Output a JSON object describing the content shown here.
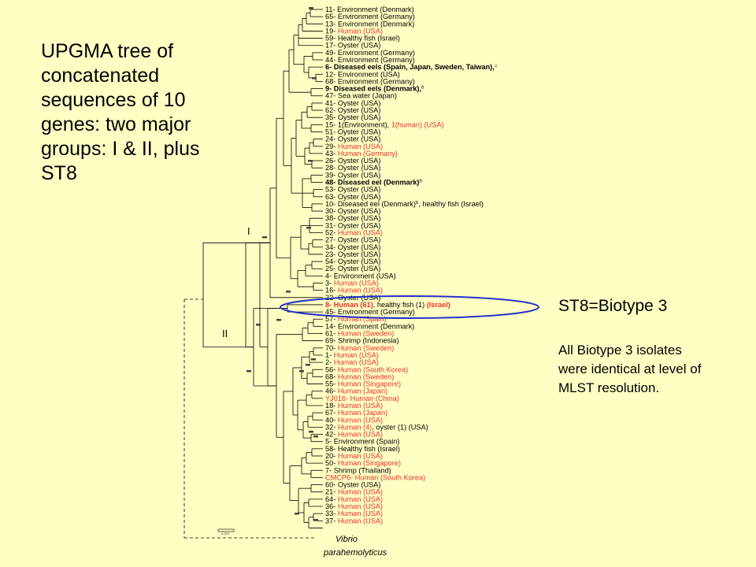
{
  "title": "UPGMA tree of concatenated sequences of 10 genes: two major groups: I & II, plus ST8",
  "st8_heading": "ST8=Biotype 3",
  "st8_note": "All Biotype 3 isolates were identical at level of MLST resolution.",
  "group_labels": [
    "I",
    "II"
  ],
  "scale_label": "0.002",
  "outgroup_label": [
    "Vibrio",
    "parahemolyticus"
  ],
  "colors": {
    "background": "#ffffc4",
    "human": "#e8302a",
    "text": "#000000",
    "highlight_ellipse": "#2233cc",
    "bootstrap": "#333333"
  },
  "leaves": [
    {
      "segments": [
        {
          "text": "11- Environment (Denmark)"
        }
      ]
    },
    {
      "segments": [
        {
          "text": "65- Environment (Germany)"
        }
      ]
    },
    {
      "segments": [
        {
          "text": "13- Environment (Denmark)"
        }
      ]
    },
    {
      "segments": [
        {
          "text": "19- "
        },
        {
          "text": "Human (USA)",
          "color": "red"
        }
      ]
    },
    {
      "segments": [
        {
          "text": "59- Healthy fish (Israel)"
        }
      ]
    },
    {
      "segments": [
        {
          "text": "17- Oyster (USA)"
        }
      ]
    },
    {
      "segments": [
        {
          "text": "49- Environment (Germany)"
        }
      ]
    },
    {
      "segments": [
        {
          "text": "44- Environment (Germany)"
        }
      ]
    },
    {
      "segments": [
        {
          "text": "6- Diseased eels (Spain, Japan, Sweden, Taiwan),",
          "bold": true
        },
        {
          "text": "a",
          "color": "red",
          "sup": true
        }
      ]
    },
    {
      "segments": [
        {
          "text": "12- Environment (USA)"
        }
      ]
    },
    {
      "segments": [
        {
          "text": "68- Environment (Germany)"
        }
      ]
    },
    {
      "segments": [
        {
          "text": "9- Diseased eels (Denmark),",
          "bold": true
        },
        {
          "text": "b",
          "sup": true
        }
      ]
    },
    {
      "segments": [
        {
          "text": "47- Sea water (Japan)"
        }
      ]
    },
    {
      "segments": [
        {
          "text": "41- Oyster (USA)"
        }
      ]
    },
    {
      "segments": [
        {
          "text": "62- Oyster (USA)"
        }
      ]
    },
    {
      "segments": [
        {
          "text": "35- Oyster (USA)"
        }
      ]
    },
    {
      "segments": [
        {
          "text": "15- 1(Environment), "
        },
        {
          "text": "1(human) (USA)",
          "color": "red"
        }
      ]
    },
    {
      "segments": [
        {
          "text": "51- Oyster (USA)"
        }
      ]
    },
    {
      "segments": [
        {
          "text": "24- Oyster (USA)"
        }
      ]
    },
    {
      "segments": [
        {
          "text": "29- "
        },
        {
          "text": "Human (USA)",
          "color": "red"
        }
      ]
    },
    {
      "segments": [
        {
          "text": "43- "
        },
        {
          "text": "Human (Germany)",
          "color": "red"
        }
      ]
    },
    {
      "segments": [
        {
          "text": "26- Oyster (USA)"
        }
      ]
    },
    {
      "segments": [
        {
          "text": "28- Oyster (USA)"
        }
      ]
    },
    {
      "segments": [
        {
          "text": "39- Oyster (USA)"
        }
      ]
    },
    {
      "segments": [
        {
          "text": "48- Diseased eel (Denmark)",
          "bold": true
        },
        {
          "text": "b",
          "sup": true
        }
      ]
    },
    {
      "segments": [
        {
          "text": "53- Oyster (USA)"
        }
      ]
    },
    {
      "segments": [
        {
          "text": "63- Oyster (USA)"
        }
      ]
    },
    {
      "segments": [
        {
          "text": "10- Diseased eel (Denmark)"
        },
        {
          "text": "b",
          "sup": true
        },
        {
          "text": ", healthy fish (Israel)"
        }
      ]
    },
    {
      "segments": [
        {
          "text": "30- Oyster (USA)"
        }
      ]
    },
    {
      "segments": [
        {
          "text": "38- Oyster (USA)"
        }
      ]
    },
    {
      "segments": [
        {
          "text": "31- Oyster (USA)"
        }
      ]
    },
    {
      "segments": [
        {
          "text": "52- "
        },
        {
          "text": "Human (USA)",
          "color": "red"
        }
      ]
    },
    {
      "segments": [
        {
          "text": "27- Oyster (USA)"
        }
      ]
    },
    {
      "segments": [
        {
          "text": "34- Oyster (USA)"
        }
      ]
    },
    {
      "segments": [
        {
          "text": "23- Oyster (USA)"
        }
      ]
    },
    {
      "segments": [
        {
          "text": "54- Oyster (USA)"
        }
      ]
    },
    {
      "segments": [
        {
          "text": "25- Oyster (USA)"
        }
      ]
    },
    {
      "segments": [
        {
          "text": "4- Environment (USA)"
        }
      ]
    },
    {
      "segments": [
        {
          "text": "3- "
        },
        {
          "text": "Human (USA)",
          "color": "red"
        }
      ]
    },
    {
      "segments": [
        {
          "text": "16- "
        },
        {
          "text": "Human (USA)",
          "color": "red"
        }
      ]
    },
    {
      "segments": [
        {
          "text": "22- Oyster (USA)"
        }
      ]
    },
    {
      "segments": [
        {
          "text": "8- Human (61)",
          "color": "red",
          "bold": true
        },
        {
          "text": ", healthy fish (1) "
        },
        {
          "text": "(Israel)",
          "color": "red",
          "bold": true
        }
      ]
    },
    {
      "segments": [
        {
          "text": "45- Environment (Germany)"
        }
      ]
    },
    {
      "segments": [
        {
          "text": "57- "
        },
        {
          "text": "Human (Spain)",
          "color": "red"
        }
      ]
    },
    {
      "segments": [
        {
          "text": "14- Environment (Denmark)"
        }
      ]
    },
    {
      "segments": [
        {
          "text": "61- "
        },
        {
          "text": "Human (Sweden)",
          "color": "red"
        }
      ]
    },
    {
      "segments": [
        {
          "text": "69- Shrimp (Indonesia)"
        }
      ]
    },
    {
      "segments": [
        {
          "text": "70- "
        },
        {
          "text": "Human (Sweden)",
          "color": "red"
        }
      ]
    },
    {
      "segments": [
        {
          "text": "1- "
        },
        {
          "text": "Human (USA)",
          "color": "red"
        }
      ]
    },
    {
      "segments": [
        {
          "text": "2- "
        },
        {
          "text": "Human (USA)",
          "color": "red"
        }
      ]
    },
    {
      "segments": [
        {
          "text": "56- "
        },
        {
          "text": "Human (South Korea)",
          "color": "red"
        }
      ]
    },
    {
      "segments": [
        {
          "text": "68- "
        },
        {
          "text": "Human (Sweden)",
          "color": "red"
        }
      ]
    },
    {
      "segments": [
        {
          "text": "55- "
        },
        {
          "text": "Human (Singapore)",
          "color": "red"
        }
      ]
    },
    {
      "segments": [
        {
          "text": "46- "
        },
        {
          "text": "Human (Japan)",
          "color": "red"
        }
      ]
    },
    {
      "segments": [
        {
          "text": "YJ016- Human (China)",
          "color": "red"
        }
      ]
    },
    {
      "segments": [
        {
          "text": "18- "
        },
        {
          "text": "Human (USA)",
          "color": "red"
        }
      ]
    },
    {
      "segments": [
        {
          "text": "67- "
        },
        {
          "text": "Human (Japan)",
          "color": "red"
        }
      ]
    },
    {
      "segments": [
        {
          "text": "40- "
        },
        {
          "text": "Human (USA)",
          "color": "red"
        }
      ]
    },
    {
      "segments": [
        {
          "text": "32- "
        },
        {
          "text": "Human (4)",
          "color": "red"
        },
        {
          "text": ", oyster (1) (USA)"
        }
      ]
    },
    {
      "segments": [
        {
          "text": "42- "
        },
        {
          "text": "Human (USA)",
          "color": "red"
        }
      ]
    },
    {
      "segments": [
        {
          "text": "5- Environment (Spain)"
        }
      ]
    },
    {
      "segments": [
        {
          "text": "58- Healthy fish (Israel)"
        }
      ]
    },
    {
      "segments": [
        {
          "text": "20- "
        },
        {
          "text": "Human (USA)",
          "color": "red"
        }
      ]
    },
    {
      "segments": [
        {
          "text": "50- "
        },
        {
          "text": "Human (Singapore)",
          "color": "red"
        }
      ]
    },
    {
      "segments": [
        {
          "text": "7- Shrimp (Thailand)"
        }
      ]
    },
    {
      "segments": [
        {
          "text": "CMCP6- Human (South Korea)",
          "color": "red"
        }
      ]
    },
    {
      "segments": [
        {
          "text": "60- Oyster (USA)"
        }
      ]
    },
    {
      "segments": [
        {
          "text": "21- "
        },
        {
          "text": "Human (USA)",
          "color": "red"
        }
      ]
    },
    {
      "segments": [
        {
          "text": "64- "
        },
        {
          "text": "Human (USA)",
          "color": "red"
        }
      ]
    },
    {
      "segments": [
        {
          "text": "36- "
        },
        {
          "text": "Human (USA)",
          "color": "red"
        }
      ]
    },
    {
      "segments": [
        {
          "text": "33- "
        },
        {
          "text": "Human (USA)",
          "color": "red"
        }
      ]
    },
    {
      "segments": [
        {
          "text": "37- "
        },
        {
          "text": "Human (USA)",
          "color": "red"
        }
      ]
    }
  ]
}
